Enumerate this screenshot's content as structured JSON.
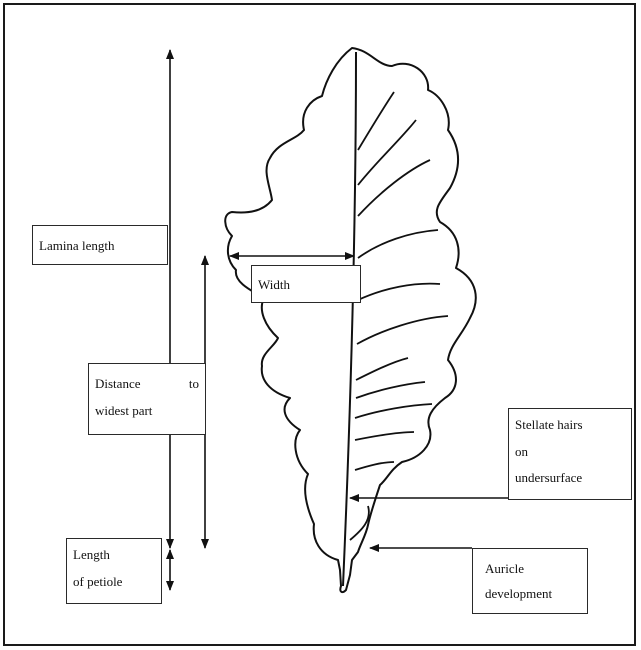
{
  "labels": {
    "lamina_length": "Lamina length",
    "width": "Width",
    "distance_to_widest_part": [
      "Distance",
      "to",
      "widest part"
    ],
    "length_of_petiole": [
      "Length",
      "of petiole"
    ],
    "stellate_hairs": [
      "Stellate hairs",
      "on",
      "undersurface"
    ],
    "auricle_development": [
      "Auricle",
      "development"
    ]
  }
}
